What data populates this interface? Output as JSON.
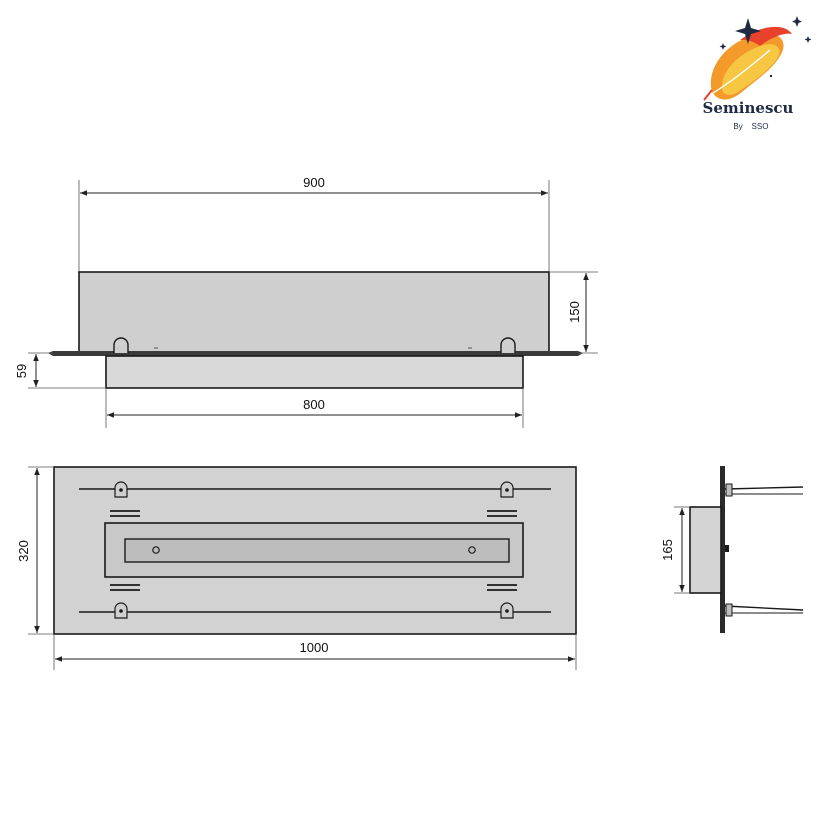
{
  "logo": {
    "name": "Seminescu",
    "tagline": "By",
    "tagline_mark": "SSO",
    "colors": {
      "flame_red": "#e8412c",
      "flame_orange": "#f39a2b",
      "flame_yellow": "#f7c744",
      "navy": "#1f2a44"
    }
  },
  "dimensions": {
    "front_top_width": "900",
    "front_height": "150",
    "front_base_height": "59",
    "front_base_width": "800",
    "top_depth": "320",
    "top_width": "1000",
    "side_height": "165"
  },
  "colors": {
    "panel_fill": "#cfcfcf",
    "panel_fill_light": "#d9d9d9",
    "burner_fill": "#c2c2c2",
    "line": "#1a1a1a"
  }
}
